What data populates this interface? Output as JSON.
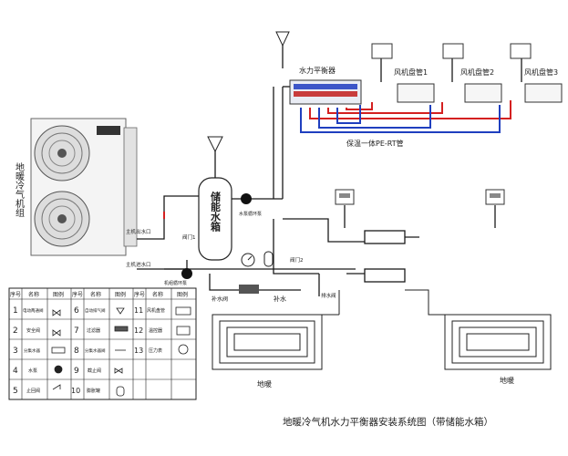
{
  "title": "地暖冷气机水力平衡器安装系统图（带储能水箱）",
  "unit_label": "地暖冷气机组",
  "tank_label": "储能水箱",
  "balancer_label": "水力平衡器",
  "fan_coils": [
    "风机盘管1",
    "风机盘管2",
    "风机盘管3"
  ],
  "pipe_label": "保温一体PE-RT管",
  "floor_labels": [
    "地暖",
    "地暖"
  ],
  "ports": {
    "main_out": "主机出水口",
    "main_in": "主机进水口",
    "valve1": "阀门1",
    "valve2": "阀门2",
    "pump_label": "水泵循环泵",
    "return_label": "机组循环泵",
    "refill_valve": "补水阀",
    "refill": "补水",
    "drain": "排水阀"
  },
  "legend": {
    "headers": [
      "序号",
      "名称",
      "图例",
      "序号",
      "名称",
      "图例",
      "序号",
      "名称",
      "图例"
    ],
    "rows": [
      [
        "1",
        "电动两通阀",
        "6",
        "自动排气阀",
        "11",
        "风机盘管"
      ],
      [
        "2",
        "安全阀",
        "7",
        "过滤器",
        "12",
        "温控器"
      ],
      [
        "3",
        "分集水器",
        "8",
        "分集水器阀",
        "13",
        "压力表"
      ],
      [
        "4",
        "水泵",
        "9",
        "截止阀",
        "",
        ""
      ],
      [
        "5",
        "止回阀",
        "10",
        "膨胀罐",
        "",
        ""
      ]
    ]
  },
  "colors": {
    "supply": "#d42020",
    "return": "#1f3fbf",
    "line": "#1a1a1a"
  }
}
